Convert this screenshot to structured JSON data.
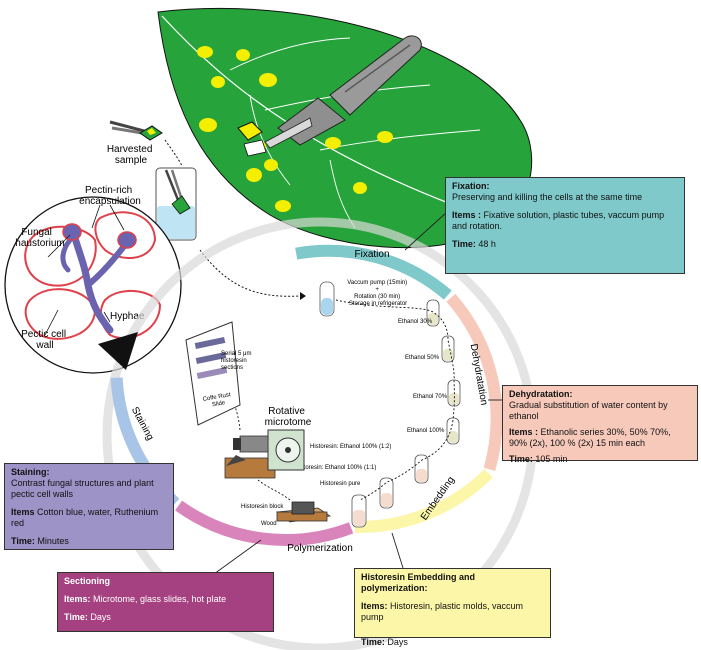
{
  "labels": {
    "harvested_sample": [
      "Harvested",
      "sample"
    ],
    "pectin_rich": [
      "Pectin-rich",
      "encapsulation"
    ],
    "fungal_haustorium": [
      "Fungal",
      "haustorium"
    ],
    "hyphae": "Hyphae",
    "pectic_cell_wall": [
      "Pectic cell",
      "wall"
    ],
    "vacuum_step": [
      "Vaccum pump (15min)",
      "+",
      "Rotation (30 min)",
      "Storage in refrigerator"
    ],
    "ethanol_30": "Ethanol 30%",
    "ethanol_50": "Ethanol 50%",
    "ethanol_70": "Ethanol 70%",
    "ethanol_100": "Ethanol 100%",
    "hr_1_2": "Historesin: Ethanol 100% (1:2)",
    "hr_1_1": "Historesin: Ethanol 100% (1:1)",
    "hr_pure": "Historesin pure",
    "historesin_block": "Historesin block",
    "wood": "Wood",
    "rotative_microtome": [
      "Rotative",
      "microtome"
    ],
    "serial_sections": [
      "Serial 5 μm",
      "historesin",
      "sections"
    ],
    "slide_label": [
      "Coffe Rust",
      "Slide"
    ]
  },
  "ring": {
    "fixation": "Fixation",
    "dehydratation": "Dehydratation",
    "embedding": "Embedding",
    "polymerization": "Polymerization",
    "staining": "Staining"
  },
  "boxes": {
    "fixation": {
      "title": "Fixation:",
      "desc": "Preserving and killing  the cells at the same time",
      "items_label": "Items :",
      "items": " Fixative solution, plastic tubes, vaccum pump and rotation.",
      "time_label": "Time:",
      "time": "  48 h"
    },
    "dehydratation": {
      "title": "Dehydratation:",
      "desc": "Gradual substitution of water content  by ethanol",
      "items_label": "Items :",
      "items": " Ethanolic series 30%, 50% 70%, 90% (2x), 100 % (2x)  15 min each",
      "time_label": "Time:",
      "time": " 105 min"
    },
    "staining": {
      "title": "Staining:",
      "desc": "Contrast fungal structures and plant pectic cell walls",
      "items_label": "Items",
      "items": " Cotton blue, water, Ruthenium red",
      "time_label": "Time:",
      "time": "  Minutes"
    },
    "sectioning": {
      "title": "Sectioning",
      "items_label": "Items:",
      "items": " Microtome, glass slides, hot plate",
      "time_label": "Time:",
      "time": " Days"
    },
    "embedding": {
      "title": "Historesin Embedding and polymerization:",
      "items_label": "Items:",
      "items": " Historesin, plastic molds, vaccum pump",
      "time_label": "Time:",
      "time": " Days"
    }
  },
  "colors": {
    "leaf": "#26a33a",
    "spot": "#f4ee00",
    "fixation": "#7fc9cb",
    "dehydratation": "#f6c9bb",
    "embedding": "#fbf6a8",
    "polymerization": "#d36fb0",
    "staining": "#a8c4e6"
  }
}
